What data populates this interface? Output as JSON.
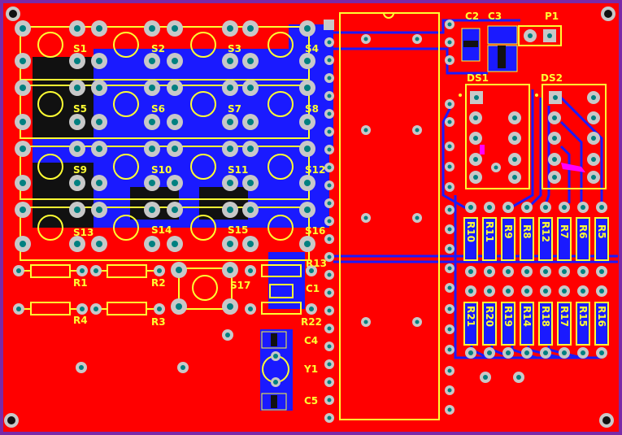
{
  "colors": {
    "board_edge": "#7a2aa8",
    "copper_top": "#ff0000",
    "copper_bottom": "#1a1aff",
    "silkscreen": "#ffff33",
    "pad": "#c8c8c8",
    "drill": "#008080",
    "void": "#111111",
    "paste": "#ff00ff"
  },
  "labels": {
    "s1": "S1",
    "s2": "S2",
    "s3": "S3",
    "s4": "S4",
    "s5": "S5",
    "s6": "S6",
    "s7": "S7",
    "s8": "S8",
    "s9": "S9",
    "s10": "S10",
    "s11": "S11",
    "s12": "S12",
    "s13": "S13",
    "s14": "S14",
    "s15": "S15",
    "s16": "S16",
    "s17": "S17",
    "r1": "R1",
    "r2": "R2",
    "r3": "R3",
    "r4": "R4",
    "r13": "R13",
    "r22": "R22",
    "c1": "C1",
    "c2": "C2",
    "c3": "C3",
    "c4": "C4",
    "c5": "C5",
    "y1": "Y1",
    "p1": "P1",
    "ds1": "DS1",
    "ds2": "DS2",
    "r5": "R5",
    "r6": "R6",
    "r7": "R7",
    "r8": "R8",
    "r9": "R9",
    "r10": "R10",
    "r11": "R11",
    "r12": "R12",
    "r14": "R14",
    "r15": "R15",
    "r16": "R16",
    "r17": "R17",
    "r18": "R18",
    "r19": "R19",
    "r20": "R20",
    "r21": "R21"
  }
}
